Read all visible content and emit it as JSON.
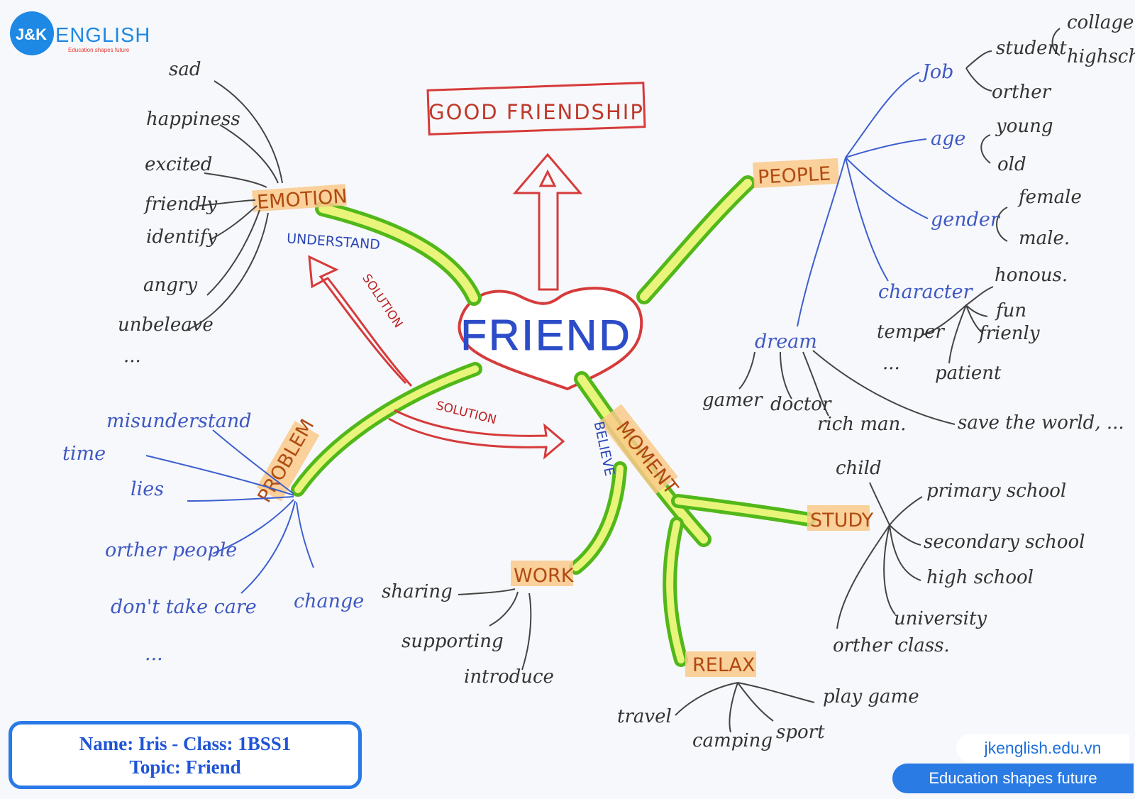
{
  "logo": {
    "brand_left": "J&K",
    "brand_right": "ENGLISH",
    "tagline": "Education shapes future"
  },
  "title": "GOOD FRIENDSHIP",
  "center": "FRIEND",
  "branches": {
    "emotion": "EMOTION",
    "people": "PEOPLE",
    "problem": "PROBLEM",
    "moment": "MOMENT",
    "study": "STUDY",
    "work": "WORK",
    "relax": "RELAX"
  },
  "arrows": {
    "understand": "UNDERSTAND",
    "solution_up": "SOLUTION",
    "solution_right": "SOLUTION",
    "believe": "BELIEVE"
  },
  "emotion_words": [
    "sad",
    "happiness",
    "excited",
    "friendly",
    "identify",
    "angry",
    "unbeleave",
    "..."
  ],
  "people": {
    "job": "Job",
    "student": "student",
    "collage": "collage",
    "highschool": "highschool",
    "orther": "orther",
    "age": "age",
    "young": "young",
    "old": "old",
    "gender": "gender",
    "female": "female",
    "male": "male.",
    "character": "character",
    "honous": "honous.",
    "fun": "fun",
    "frienly": "frienly",
    "temper": "temper",
    "patient": "patient",
    "dots": "...",
    "dream": "dream",
    "gamer": "gamer",
    "doctor": "doctor",
    "richman": "rich man.",
    "saveworld": "save the world, ..."
  },
  "problem_words": [
    "misunderstand",
    "time",
    "lies",
    "orther people",
    "don't take care",
    "change",
    "..."
  ],
  "study_words": [
    "child",
    "primary school",
    "secondary school",
    "high school",
    "university",
    "orther class."
  ],
  "work_words": [
    "sharing",
    "supporting",
    "introduce"
  ],
  "relax_words": [
    "travel",
    "camping",
    "sport",
    "play game"
  ],
  "footer": {
    "name_line": "Name: Iris - Class: 1BSS1",
    "topic_line": "Topic: Friend",
    "website": "jkenglish.edu.vn",
    "slogan": "Education shapes future"
  }
}
